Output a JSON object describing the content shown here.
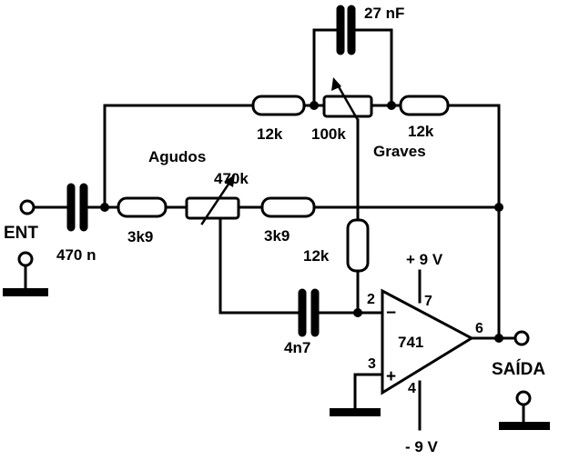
{
  "labels": {
    "c_feedback": "27 nF",
    "r_top_left": "12k",
    "pot_graves_value": "100k",
    "r_top_right": "12k",
    "graves": "Graves",
    "agudos": "Agudos",
    "pot_agudos_value": "470k",
    "input": "ENT",
    "c_input": "470 n",
    "r_mid_left": "3k9",
    "r_mid_right": "3k9",
    "r_vertical": "12k",
    "c_lower": "4n7",
    "opamp": "741",
    "pin2": "2",
    "pin3": "3",
    "pin4": "4",
    "pin6": "6",
    "pin7": "7",
    "supply_pos": "+ 9 V",
    "supply_neg": "- 9 V",
    "output": "SAÍDA",
    "minus_sign": "−",
    "plus_sign": "+"
  }
}
